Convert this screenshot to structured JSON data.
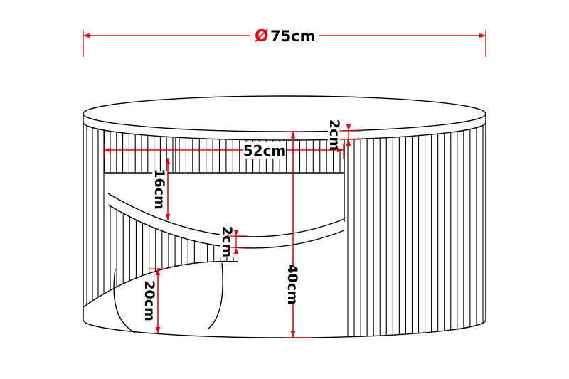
{
  "diagram": {
    "background": "#ffffff",
    "line_color": "#000000",
    "dimension_color": "#e30613",
    "label_color": "#000000",
    "subject": "round slatted coffee table dimension drawing",
    "dimensions": {
      "diameter": {
        "symbol": "Ø",
        "value": "75cm"
      },
      "shelf_width": "52cm",
      "top_thickness": "2cm",
      "shelf_clearance": "16cm",
      "shelf_thickness": "2cm",
      "base_height": "20cm",
      "total_height": "40cm"
    }
  }
}
